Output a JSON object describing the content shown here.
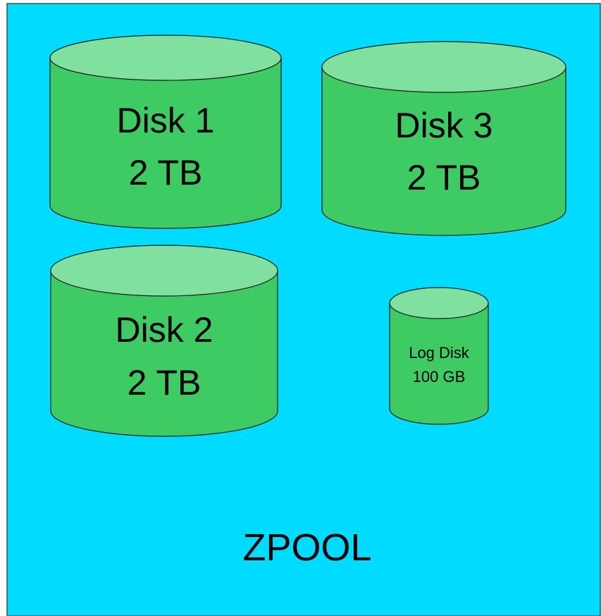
{
  "colors": {
    "pool_fill": "#00dcff",
    "pool_border": "#4a4a4a",
    "disk_body": "#3ecb64",
    "disk_top": "#80e0a0",
    "disk_stroke": "#1a1a1a"
  },
  "pool": {
    "label": "ZPOOL"
  },
  "disks": [
    {
      "name": "Disk 1",
      "size": "2 TB"
    },
    {
      "name": "Disk 3",
      "size": "2 TB"
    },
    {
      "name": "Disk 2",
      "size": "2 TB"
    },
    {
      "name": "Log Disk",
      "size": "100 GB"
    }
  ]
}
